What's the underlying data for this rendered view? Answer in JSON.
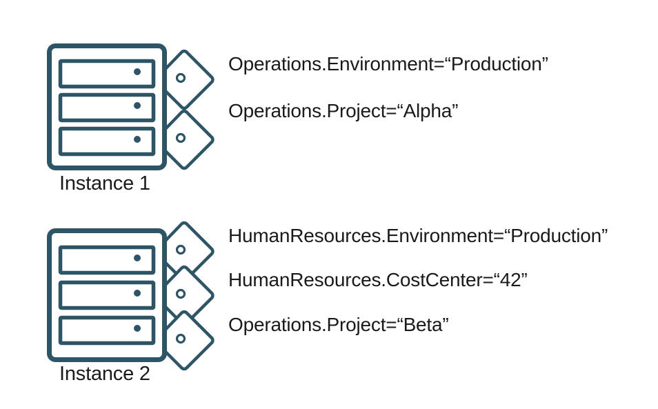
{
  "diagram": {
    "title": "Resource instance tag assignment diagram",
    "colors": {
      "stroke": "#2d5566",
      "fill": "#ffffff",
      "text": "#1a1a1a",
      "background": "#ffffff"
    },
    "instances": [
      {
        "id": "instance-1",
        "caption": "Instance 1",
        "icon": "server-rack-icon",
        "slots": 3,
        "tags": [
          {
            "icon": "tag-icon",
            "label": "Operations.Environment=“Production”",
            "namespace": "Operations",
            "key": "Environment",
            "value": "Production"
          },
          {
            "icon": "tag-icon",
            "label": "Operations.Project=“Alpha”",
            "namespace": "Operations",
            "key": "Project",
            "value": "Alpha"
          }
        ]
      },
      {
        "id": "instance-2",
        "caption": "Instance 2",
        "icon": "server-rack-icon",
        "slots": 3,
        "tags": [
          {
            "icon": "tag-icon",
            "label": "HumanResources.Environment=“Production”",
            "namespace": "HumanResources",
            "key": "Environment",
            "value": "Production"
          },
          {
            "icon": "tag-icon",
            "label": "HumanResources.CostCenter=“42”",
            "namespace": "HumanResources",
            "key": "CostCenter",
            "value": "42"
          },
          {
            "icon": "tag-icon",
            "label": "Operations.Project=“Beta”",
            "namespace": "Operations",
            "key": "Project",
            "value": "Beta"
          }
        ]
      }
    ]
  }
}
